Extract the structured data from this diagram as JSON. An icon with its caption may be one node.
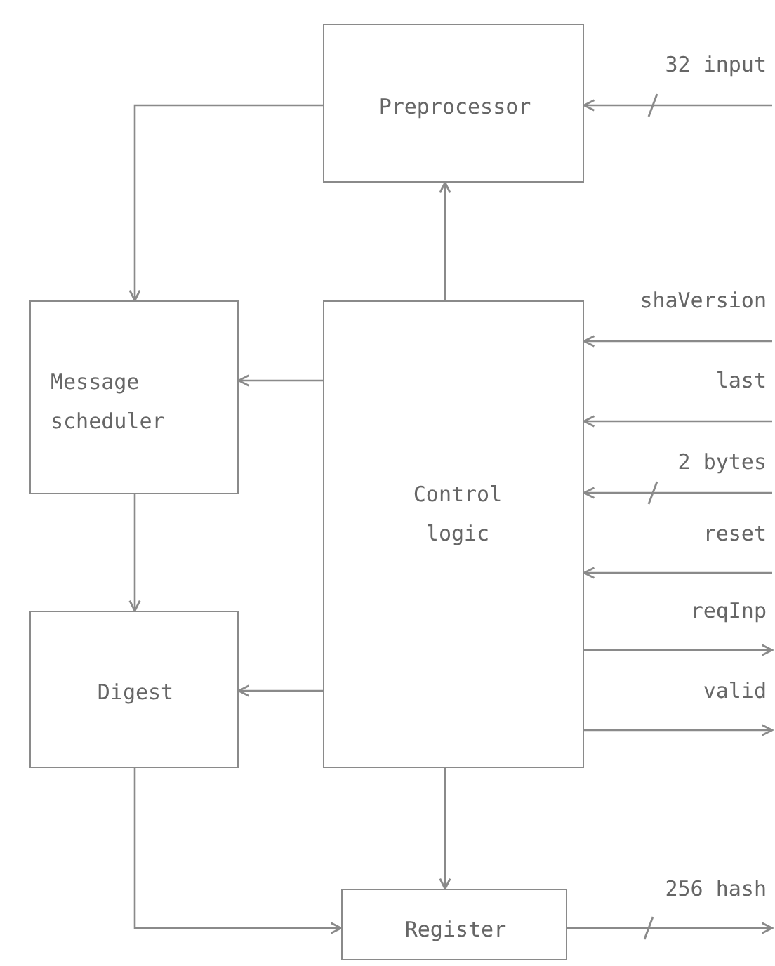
{
  "diagram": {
    "nodes": [
      {
        "text": [
          "Preprocessor"
        ]
      },
      {
        "text": [
          "Message scheduler"
        ]
      },
      {
        "text": [
          "Control logic"
        ]
      },
      {
        "text": [
          "Digest"
        ]
      },
      {
        "text": [
          "Register"
        ]
      }
    ],
    "edges": [
      {
        "from": 0,
        "to": 1,
        "arrow": "to"
      },
      {
        "from": 2,
        "to": 0,
        "arrow": "to"
      },
      {
        "from": 2,
        "to": 1,
        "arrow": "to"
      },
      {
        "from": 1,
        "to": 3,
        "arrow": "to"
      },
      {
        "from": 2,
        "to": 3,
        "arrow": "to"
      },
      {
        "from": 2,
        "to": 4,
        "arrow": "to"
      },
      {
        "from": 3,
        "to": 4,
        "arrow": "to"
      },
      {
        "from": null,
        "to": 0,
        "arrow": "to",
        "label": "32 input"
      },
      {
        "from": null,
        "to": 2,
        "arrow": "to",
        "label": "shaVersion"
      },
      {
        "from": null,
        "to": 2,
        "arrow": "to",
        "label": "last"
      },
      {
        "from": null,
        "to": 2,
        "arrow": "to",
        "label": "2 bytes"
      },
      {
        "from": null,
        "to": 2,
        "arrow": "to",
        "label": "reset"
      },
      {
        "from": 2,
        "to": null,
        "arrow": "to",
        "label": "reqInp"
      },
      {
        "from": 2,
        "to": null,
        "arrow": "to",
        "label": "valid"
      },
      {
        "from": 4,
        "to": null,
        "arrow": "to",
        "label": "256 hash"
      }
    ]
  }
}
